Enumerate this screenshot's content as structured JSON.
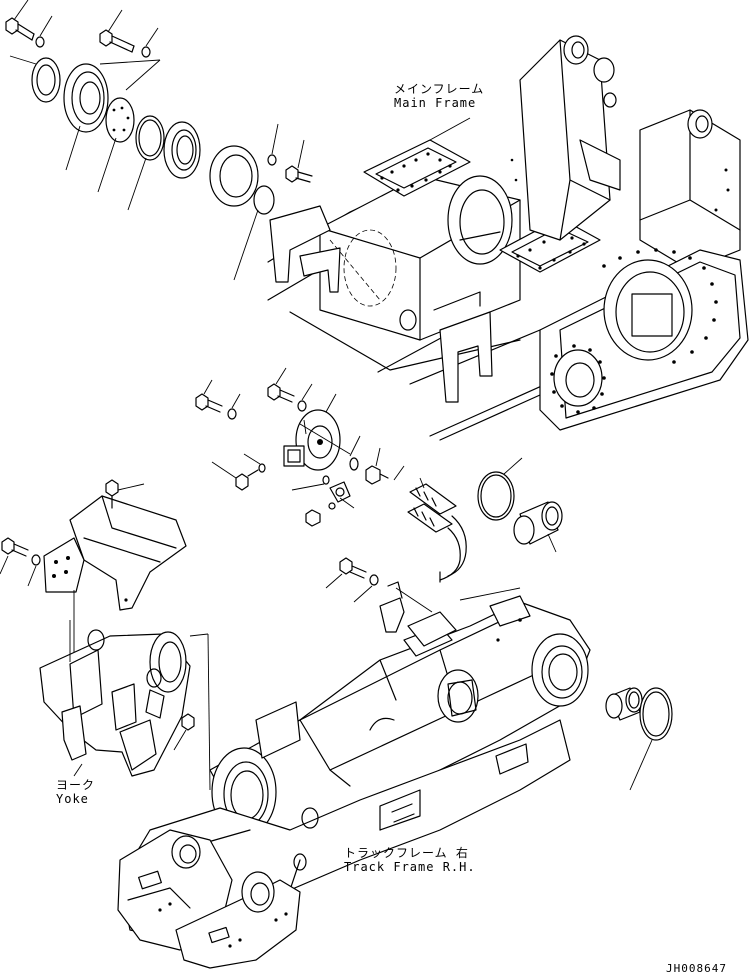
{
  "labels": {
    "main_frame_jp": "メインフレーム",
    "main_frame_en": "Main Frame",
    "yoke_jp": "ヨーク",
    "yoke_en": "Yoke",
    "track_frame_jp": "トラックフレーム 右",
    "track_frame_en": "Track Frame R.H.",
    "drawing_code": "JH008647"
  }
}
